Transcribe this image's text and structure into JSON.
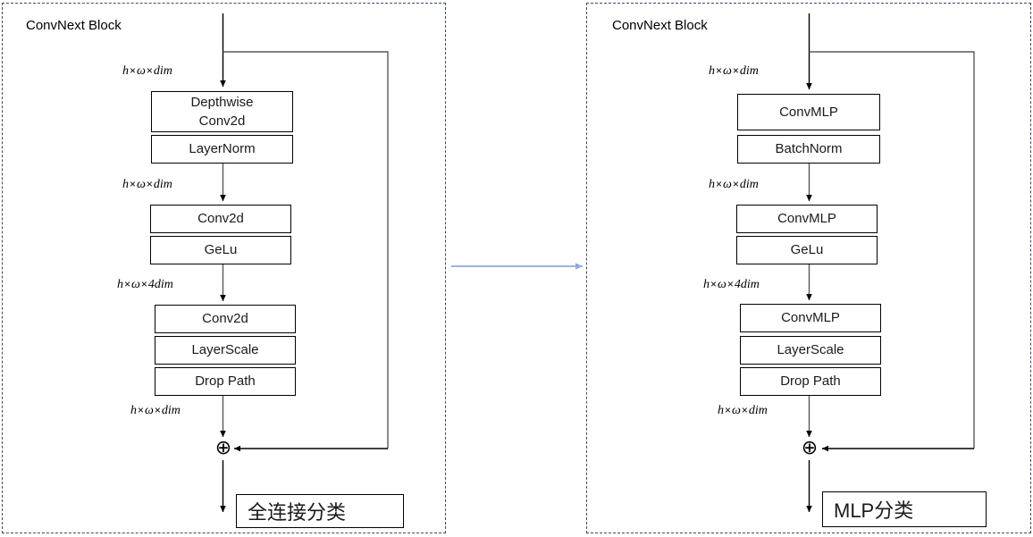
{
  "diagram": {
    "title": "ConvNext Block comparison (original vs ConvMLP variant)",
    "colors": {
      "panel_border": "#3b4a68",
      "node_border": "#000000",
      "wire": "#000000",
      "residual_wire": "#595959",
      "transition_arrow": "#8faadc",
      "background": "#ffffff"
    }
  },
  "left_panel": {
    "title": "ConvNext Block",
    "nodes": [
      {
        "id": "depthwise-conv2d",
        "label": "Depthwise\nConv2d"
      },
      {
        "id": "layernorm",
        "label": "LayerNorm"
      },
      {
        "id": "conv2d-1",
        "label": "Conv2d"
      },
      {
        "id": "gelu",
        "label": "GeLu"
      },
      {
        "id": "conv2d-2",
        "label": "Conv2d"
      },
      {
        "id": "layerscale",
        "label": "LayerScale"
      },
      {
        "id": "drop-path",
        "label": "Drop Path"
      }
    ],
    "dim_labels": [
      {
        "id": "dim-in",
        "h": "h",
        "t1": "×",
        "w": "ω",
        "t2": "×",
        "d": "dim"
      },
      {
        "id": "dim-mid",
        "h": "h",
        "t1": "×",
        "w": "ω",
        "t2": "×",
        "d": "dim"
      },
      {
        "id": "dim-4dim",
        "h": "h",
        "t1": "×",
        "w": "ω",
        "t2": "×",
        "d": "4dim"
      },
      {
        "id": "dim-out",
        "h": "h",
        "t1": "×",
        "w": "ω",
        "t2": "×",
        "d": "dim"
      }
    ],
    "add_symbol": "⊕",
    "classifier": {
      "id": "fc-classifier",
      "label": "全连接分类"
    }
  },
  "right_panel": {
    "title": "ConvNext Block",
    "nodes": [
      {
        "id": "convmlp-1",
        "label": "ConvMLP"
      },
      {
        "id": "batchnorm",
        "label": "BatchNorm"
      },
      {
        "id": "convmlp-2",
        "label": "ConvMLP"
      },
      {
        "id": "gelu",
        "label": "GeLu"
      },
      {
        "id": "convmlp-3",
        "label": "ConvMLP"
      },
      {
        "id": "layerscale",
        "label": "LayerScale"
      },
      {
        "id": "drop-path",
        "label": "Drop Path"
      }
    ],
    "dim_labels": [
      {
        "id": "dim-in",
        "h": "h",
        "t1": "×",
        "w": "ω",
        "t2": "×",
        "d": "dim"
      },
      {
        "id": "dim-mid",
        "h": "h",
        "t1": "×",
        "w": "ω",
        "t2": "×",
        "d": "dim"
      },
      {
        "id": "dim-4dim",
        "h": "h",
        "t1": "×",
        "w": "ω",
        "t2": "×",
        "d": "4dim"
      },
      {
        "id": "dim-out",
        "h": "h",
        "t1": "×",
        "w": "ω",
        "t2": "×",
        "d": "dim"
      }
    ],
    "add_symbol": "⊕",
    "classifier": {
      "id": "mlp-classifier",
      "label": "MLP分类"
    }
  }
}
